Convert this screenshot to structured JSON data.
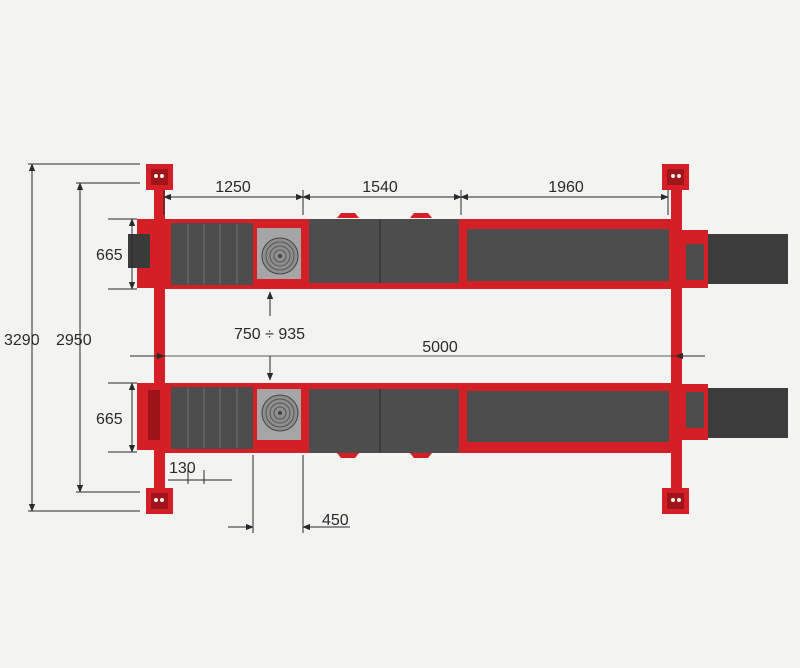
{
  "diagram": {
    "dimensions": {
      "length_1": "1250",
      "length_2": "1540",
      "length_3": "1960",
      "overall_width": "3290",
      "inner_width": "2950",
      "runway_width_top": "665",
      "runway_width_bottom": "665",
      "track_width": "750 ÷ 935",
      "runway_length": "5000",
      "plate_spacing": "130",
      "turntable_size": "450"
    },
    "colors": {
      "frame": "#d41f26",
      "frame_dark": "#9c1418",
      "panel": "#4d4d4d",
      "panel_dark": "#3a3a3a",
      "turntable": "#a5a5a5",
      "background": "#f3f3f1",
      "dim_line": "#2a2a2a"
    }
  }
}
